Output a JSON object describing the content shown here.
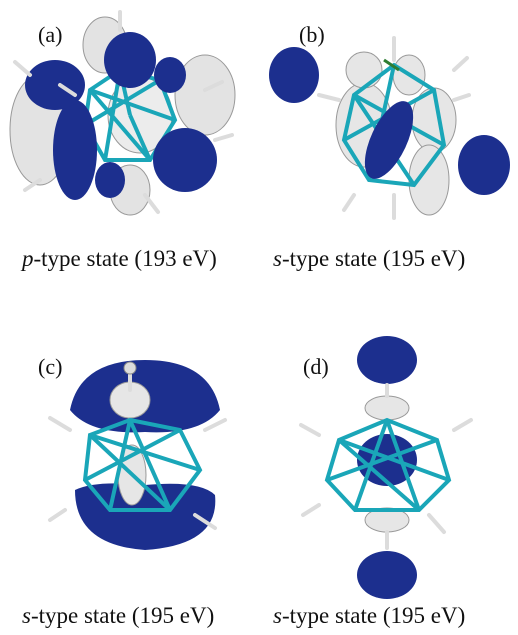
{
  "panels": [
    {
      "tag": "(a)",
      "caption_italic": "p",
      "caption_rest": "-type state (193 eV)"
    },
    {
      "tag": "(b)",
      "caption_italic": "s",
      "caption_rest": "-type state (195 eV)"
    },
    {
      "tag": "(c)",
      "caption_italic": "s",
      "caption_rest": "-type state (195 eV)"
    },
    {
      "tag": "(d)",
      "caption_italic": "s",
      "caption_rest": "-type state (195 eV)"
    }
  ],
  "colors": {
    "lobe_positive": "#1c2f8e",
    "lobe_negative": "#e6e6e6",
    "bond": "#1aa6b8",
    "hydrogen": "#dcdcdc",
    "boron_accent": "#2e7d32"
  }
}
